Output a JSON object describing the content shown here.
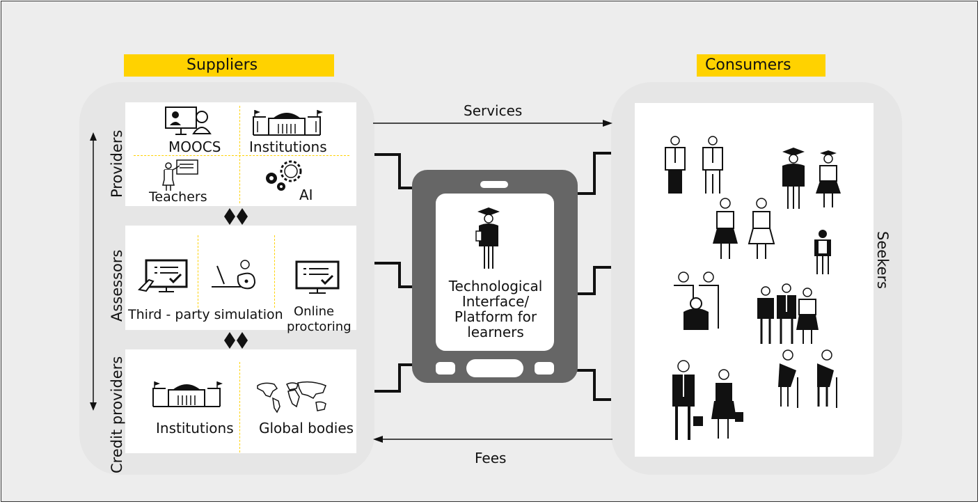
{
  "suppliers": {
    "title": "Suppliers",
    "providers": {
      "label": "Providers",
      "items": [
        "MOOCS",
        "Institutions",
        "Teachers",
        "AI"
      ]
    },
    "assessors": {
      "label": "Assessors",
      "items": [
        "Third - party simulation",
        "Online",
        "proctoring"
      ]
    },
    "credit_providers": {
      "label": "Credit providers",
      "items": [
        "Institutions",
        "Global bodies"
      ]
    }
  },
  "consumers": {
    "title": "Consumers",
    "group_label": "Seekers"
  },
  "platform": {
    "lines": [
      "Technological",
      "Interface/",
      "Platform for",
      "learners"
    ]
  },
  "flows": {
    "services": "Services",
    "fees": "Fees"
  },
  "colors": {
    "accent": "#ffd200",
    "background": "#ededed",
    "pill": "#e6e6e6",
    "device": "#666666"
  }
}
